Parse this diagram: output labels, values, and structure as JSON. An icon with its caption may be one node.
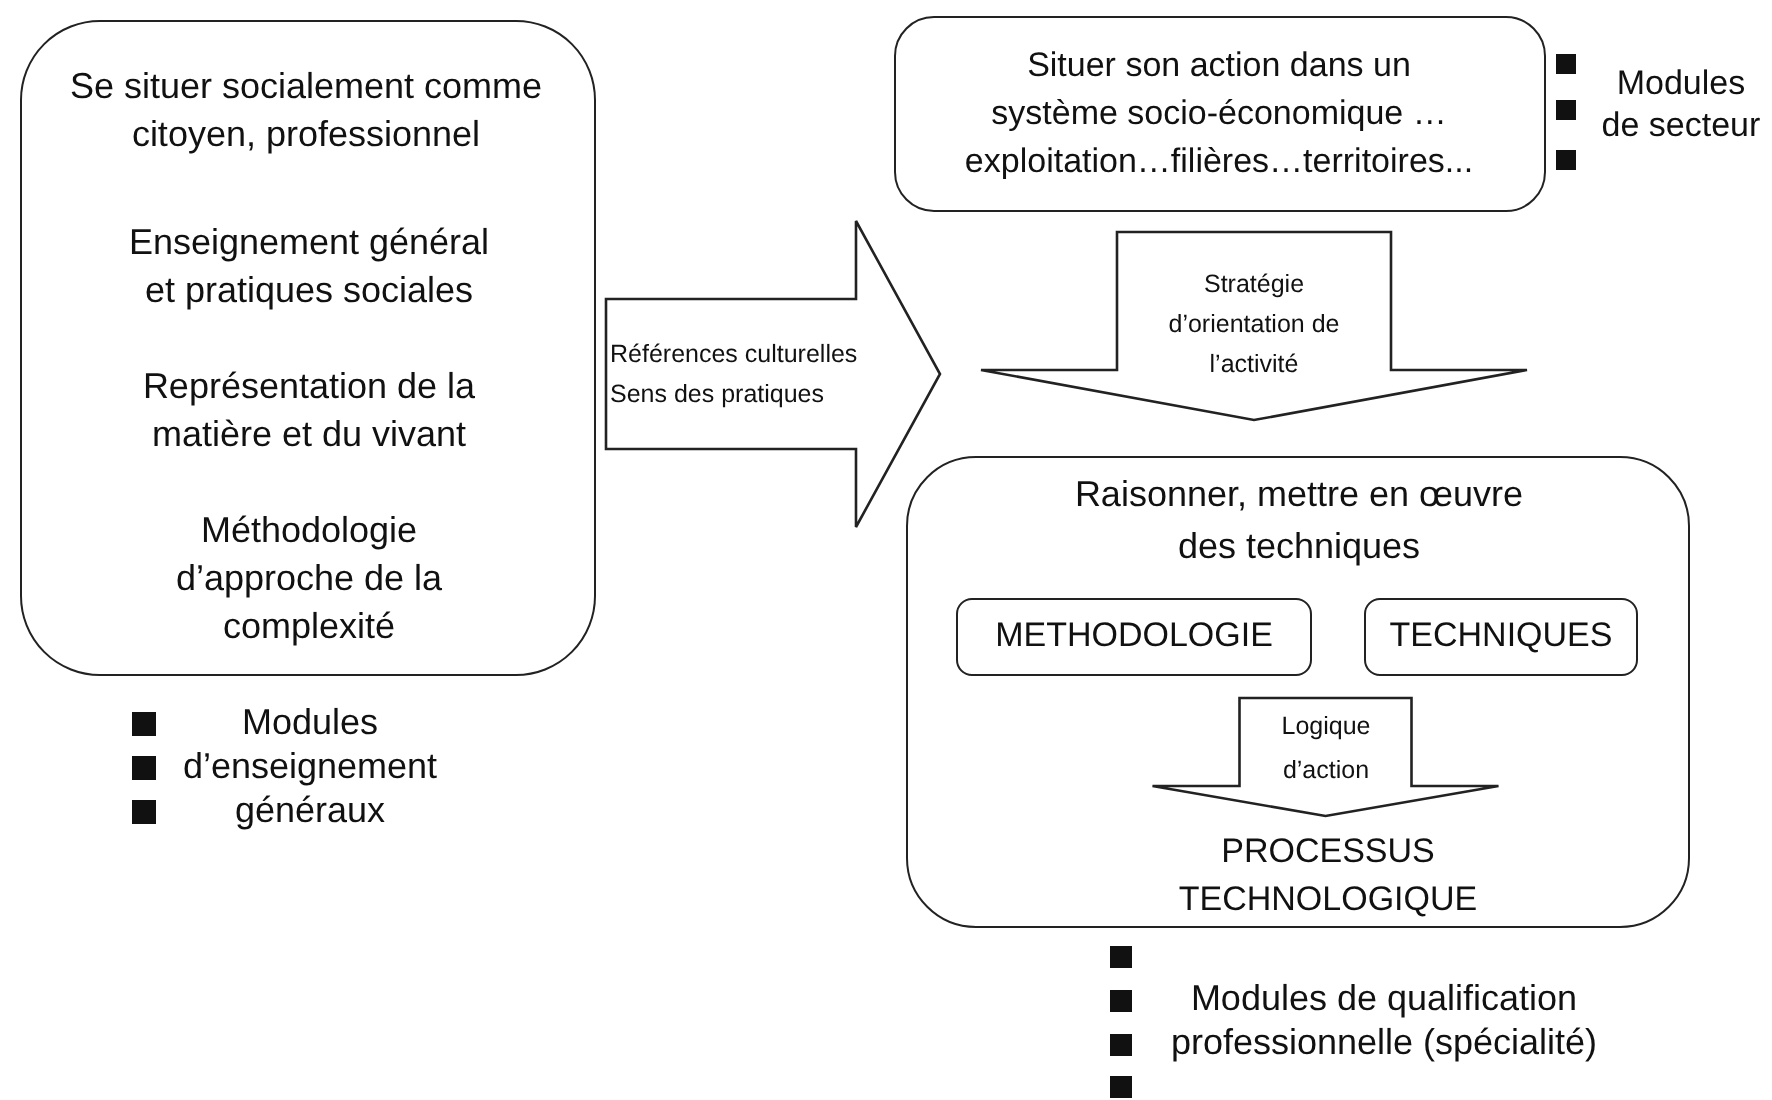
{
  "diagram": {
    "nodes": [
      {
        "text": [
          "Se situer socialement comme citoyen, professionnel",
          "Enseignement général et pratiques sociales",
          "Représentation de la matière et du vivant",
          "Méthodologie d’approche de la complexité"
        ],
        "beside": [
          "Modules d’enseignement généraux"
        ]
      },
      {
        "text": [
          "Situer son action dans un système socio-économique …exploitation…filières…territoires..."
        ],
        "beside": [
          "Modules de secteur"
        ]
      },
      {
        "text": [
          "Raisonner, mettre en œuvre des techniques"
        ],
        "beside": [
          "Modules de qualification professionnelle (spécialité)"
        ]
      },
      {
        "text": [
          "METHODOLOGIE"
        ],
        "in": 2
      },
      {
        "text": [
          "TECHNIQUES"
        ],
        "in": 2
      },
      {
        "text": [
          "PROCESSUS TECHNOLOGIQUE"
        ],
        "in": 2
      }
    ],
    "edges": [
      {
        "from": 0,
        "to": 2,
        "arrow": "to",
        "label": "Références culturelles Sens des pratiques"
      },
      {
        "from": 1,
        "to": 2,
        "arrow": "to",
        "label": "Stratégie d’orientation de l’activité"
      },
      {
        "from": 3,
        "to": 5,
        "arrow": "to",
        "label": "Logique d’action"
      },
      {
        "from": 4,
        "to": 5,
        "arrow": "to"
      }
    ]
  }
}
